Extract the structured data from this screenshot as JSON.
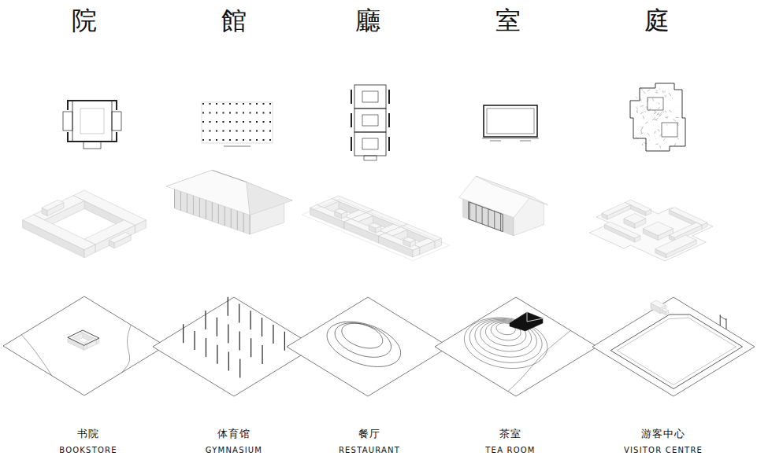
{
  "diagram": {
    "labels": [
      "院",
      "館",
      "廳",
      "室",
      "庭",
      "书院",
      "BOOKSTORE",
      "体育馆",
      "GYMNASIUM",
      "餐厅",
      "RESTAURANT",
      "茶室",
      "TEA ROOM",
      "游客中心",
      "VISITOR CENTRE"
    ]
  }
}
